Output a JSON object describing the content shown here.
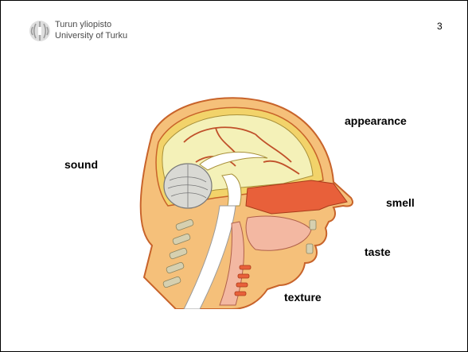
{
  "header": {
    "university_line1": "Turun yliopisto",
    "university_line2": "University of Turku",
    "logo_icon": "university-seal-icon"
  },
  "slide": {
    "page_number": "3"
  },
  "illustration": {
    "subject": "head-cross-section-icon"
  },
  "labels": {
    "sound": "sound",
    "appearance": "appearance",
    "smell": "smell",
    "taste": "taste",
    "texture": "texture"
  },
  "colors": {
    "skin_outline": "#e07a3a",
    "brain": "#f4f1b8",
    "tissue_red": "#e8603a",
    "tissue_pink": "#f3b8a2",
    "cerebellum": "#d9d9d4",
    "bone": "#d6d0b0",
    "neck": "#f5c07a"
  }
}
